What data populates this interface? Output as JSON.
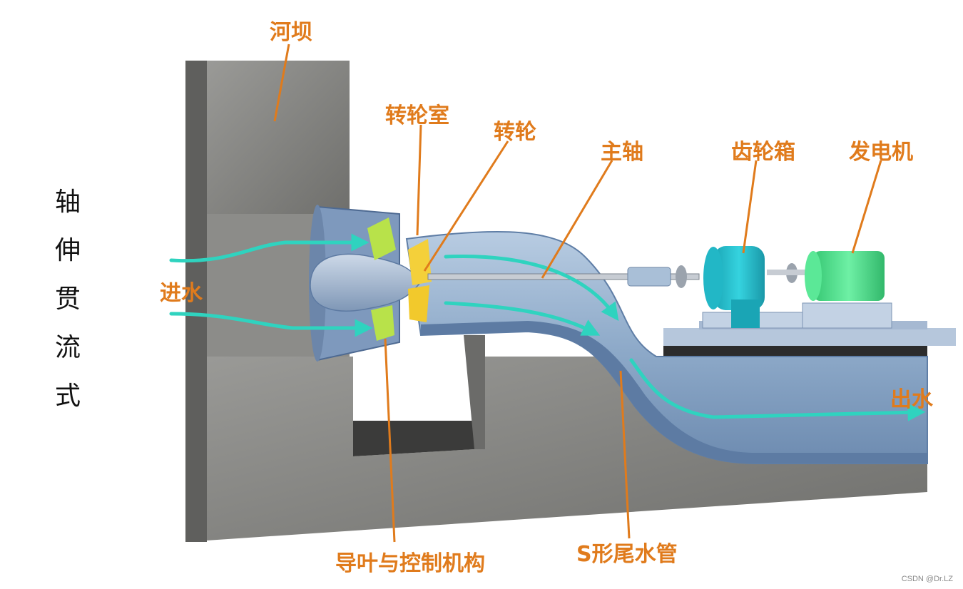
{
  "title_vertical": [
    "轴",
    "伸",
    "贯",
    "流",
    "式"
  ],
  "labels": {
    "dam": "河坝",
    "runner_chamber": "转轮室",
    "runner": "转轮",
    "main_shaft": "主轴",
    "gearbox": "齿轮箱",
    "generator": "发电机",
    "water_in": "进水",
    "water_out": "出水",
    "guide_vane": "导叶与控制机构",
    "draft_tube": "S形尾水管"
  },
  "watermark": "CSDN @Dr.LZ",
  "colors": {
    "label": "#e07b1c",
    "concrete": "#8a8a88",
    "pipe": "#8faccd",
    "flow": "#2fd3bf",
    "machine": "#26c3cf",
    "generator": "#49df8c"
  }
}
